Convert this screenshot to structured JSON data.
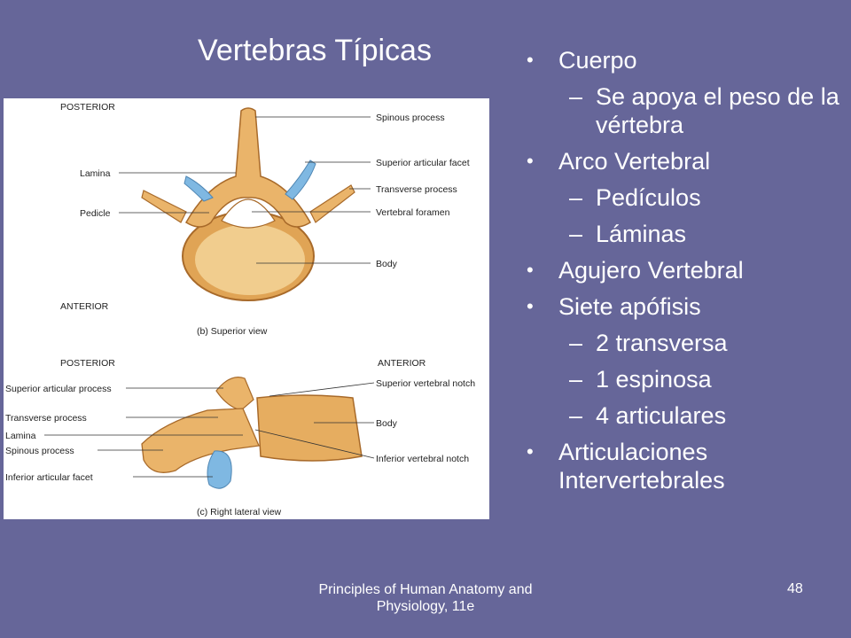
{
  "slide": {
    "title": "Vertebras Típicas",
    "footer": "Principles of Human Anatomy and Physiology, 11e",
    "page_number": "48"
  },
  "bullets": [
    {
      "text": "Cuerpo",
      "sub": [
        "Se apoya el peso de la vértebra"
      ]
    },
    {
      "text": "Arco Vertebral",
      "sub": [
        "Pedículos",
        "Láminas"
      ]
    },
    {
      "text": "Agujero Vertebral",
      "sub": []
    },
    {
      "text": "Siete apófisis",
      "sub": [
        "2 transversa",
        "1 espinosa",
        "4 articulares"
      ]
    },
    {
      "text": "Articulaciones Intervertebrales",
      "sub": []
    }
  ],
  "figure": {
    "top": {
      "posterior": "POSTERIOR",
      "anterior": "ANTERIOR",
      "caption": "(b) Superior view",
      "labels": [
        "Spinous process",
        "Superior articular facet",
        "Transverse process",
        "Vertebral foramen",
        "Body",
        "Lamina",
        "Pedicle"
      ]
    },
    "bottom": {
      "posterior": "POSTERIOR",
      "anterior": "ANTERIOR",
      "caption": "(c) Right lateral view",
      "labels": [
        "Superior articular process",
        "Transverse process",
        "Lamina",
        "Spinous process",
        "Inferior articular facet",
        "Superior vertebral notch",
        "Body",
        "Inferior vertebral notch"
      ]
    }
  }
}
